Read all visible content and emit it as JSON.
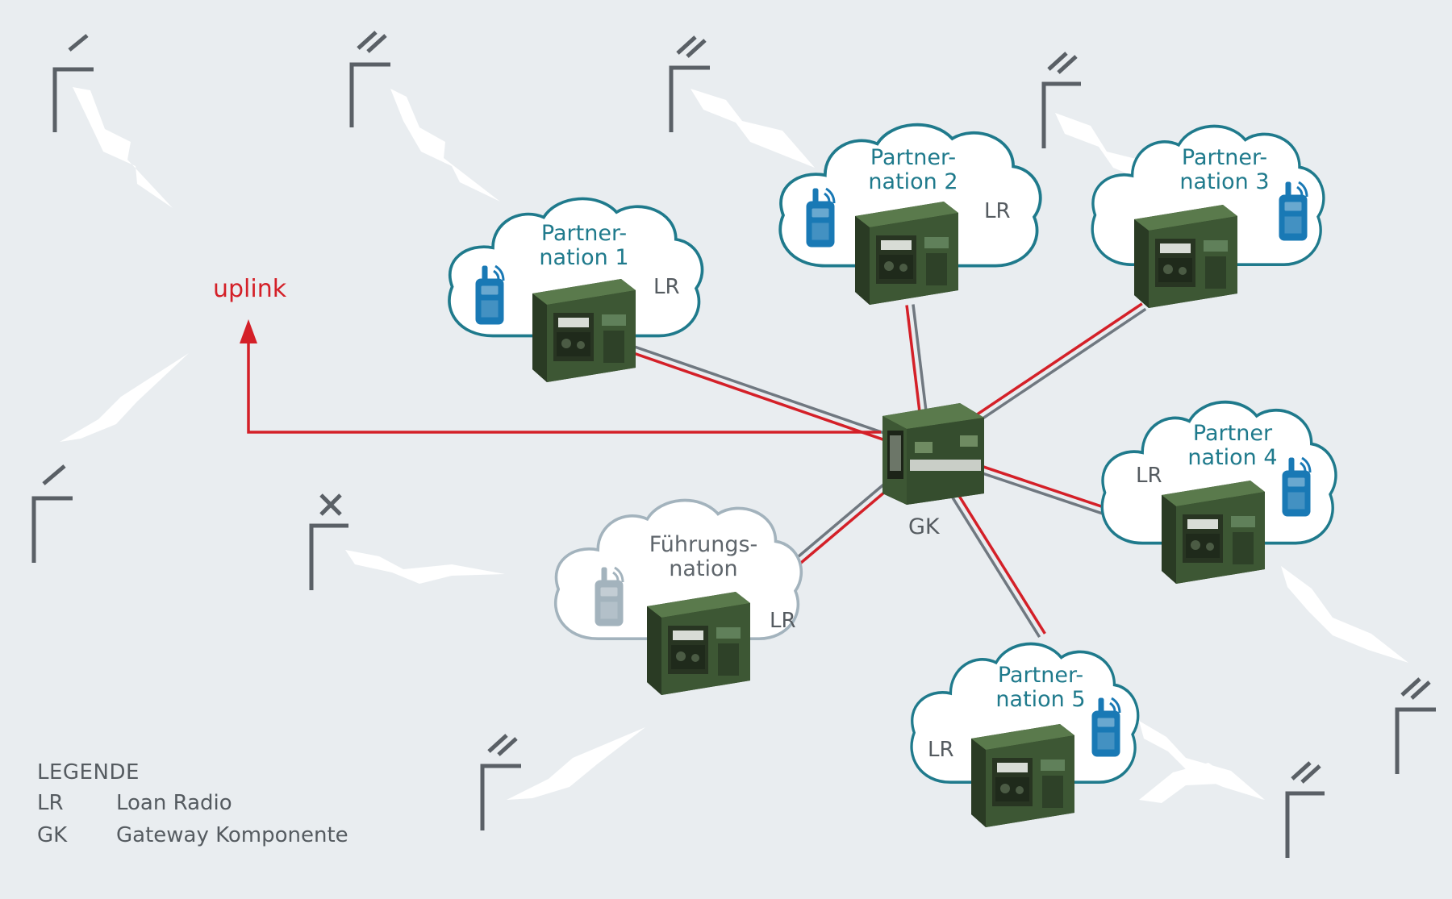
{
  "diagram": {
    "nodes": [
      {
        "id": "pn1",
        "line1": "Partner-",
        "line2": "nation 1",
        "device_label": "LR"
      },
      {
        "id": "pn2",
        "line1": "Partner-",
        "line2": "nation 2",
        "device_label": "LR"
      },
      {
        "id": "pn3",
        "line1": "Partner-",
        "line2": "nation 3",
        "device_label": ""
      },
      {
        "id": "pn4",
        "line1": "Partner",
        "line2": "nation 4",
        "device_label": "LR"
      },
      {
        "id": "pn5",
        "line1": "Partner-",
        "line2": "nation 5",
        "device_label": "LR"
      },
      {
        "id": "fn",
        "line1": "Führungs-",
        "line2": "nation",
        "device_label": "LR"
      }
    ],
    "hub": {
      "label": "GK"
    },
    "uplink": {
      "label": "uplink"
    },
    "colors": {
      "background": "#e9edf0",
      "partner_cloud": "#1f7a8c",
      "lead_cloud": "#a3b3bd",
      "link_red": "#d42028",
      "link_grey": "#707880",
      "device_green": "#3f5a35",
      "radio_blue": "#1979b5"
    }
  },
  "legend": {
    "title": "LEGENDE",
    "items": [
      {
        "abbr": "LR",
        "text": "Loan Radio"
      },
      {
        "abbr": "GK",
        "text": "Gateway Komponente"
      }
    ]
  }
}
